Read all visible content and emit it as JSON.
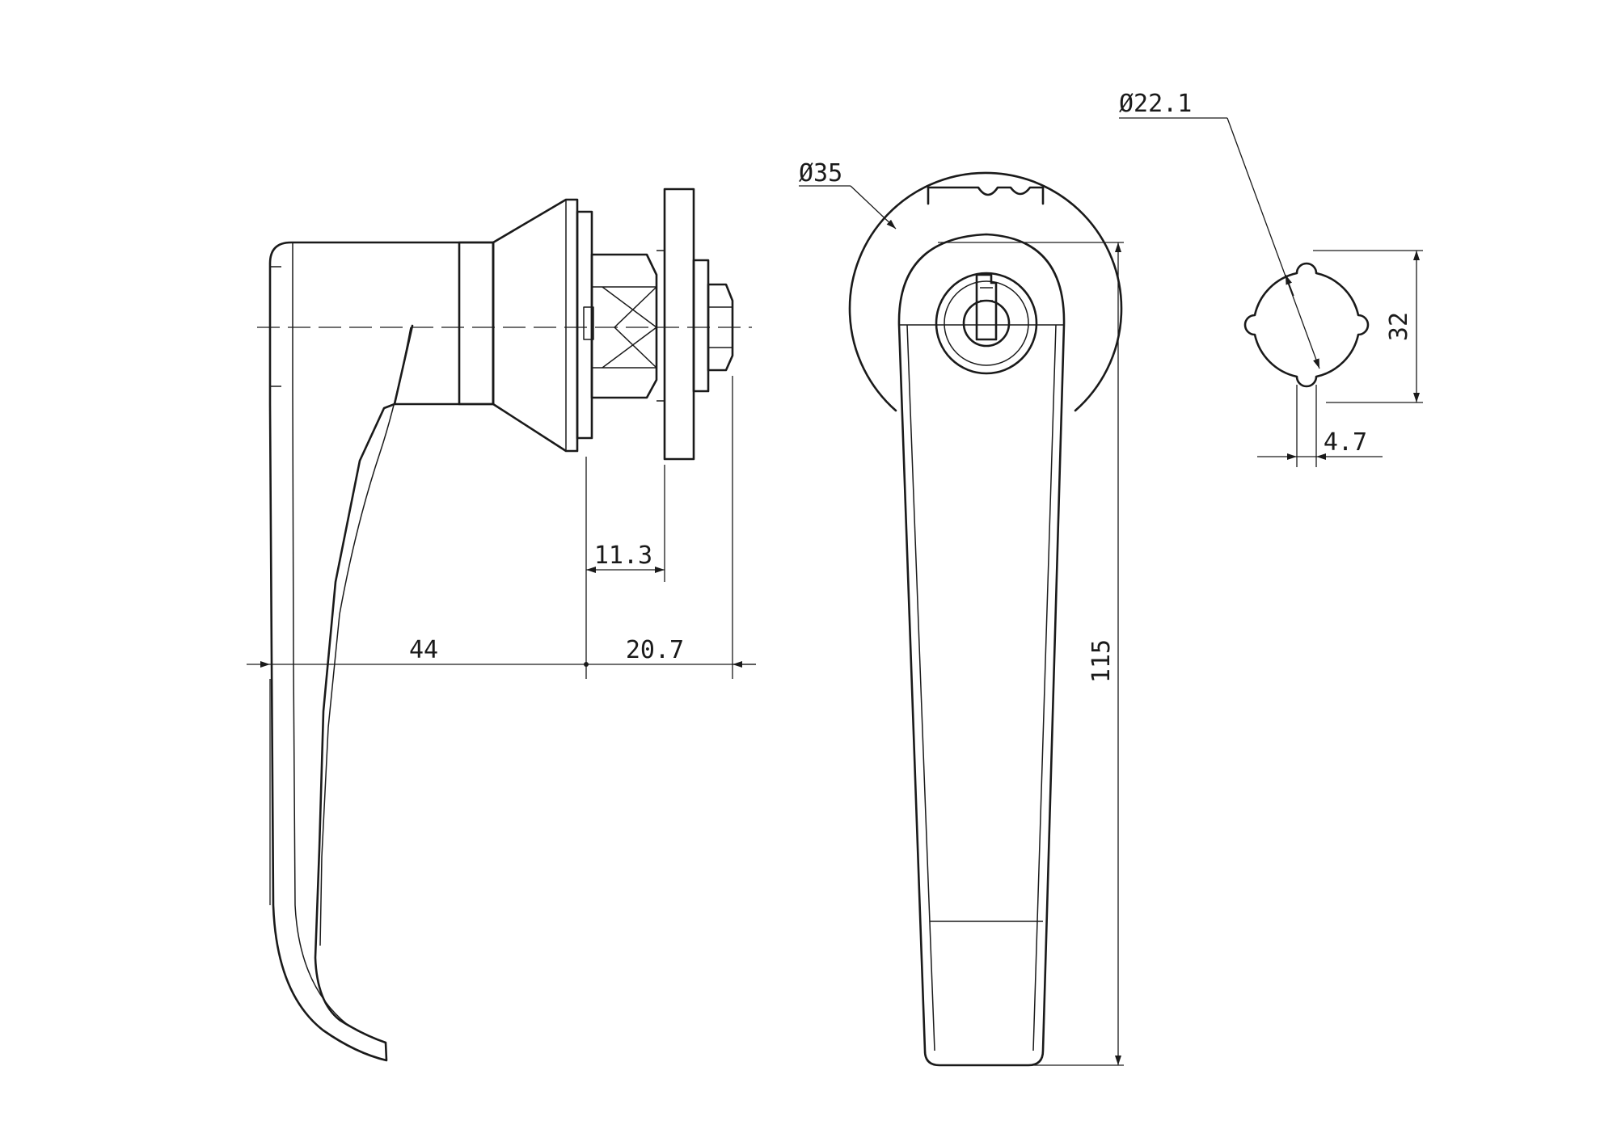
{
  "dimensions": {
    "d44": "44",
    "d20_7": "20.7",
    "d11_3": "11.3",
    "dia35": "Ø35",
    "d115": "115",
    "dia22_1": "Ø22.1",
    "d32": "32",
    "d4_7": "4.7"
  }
}
